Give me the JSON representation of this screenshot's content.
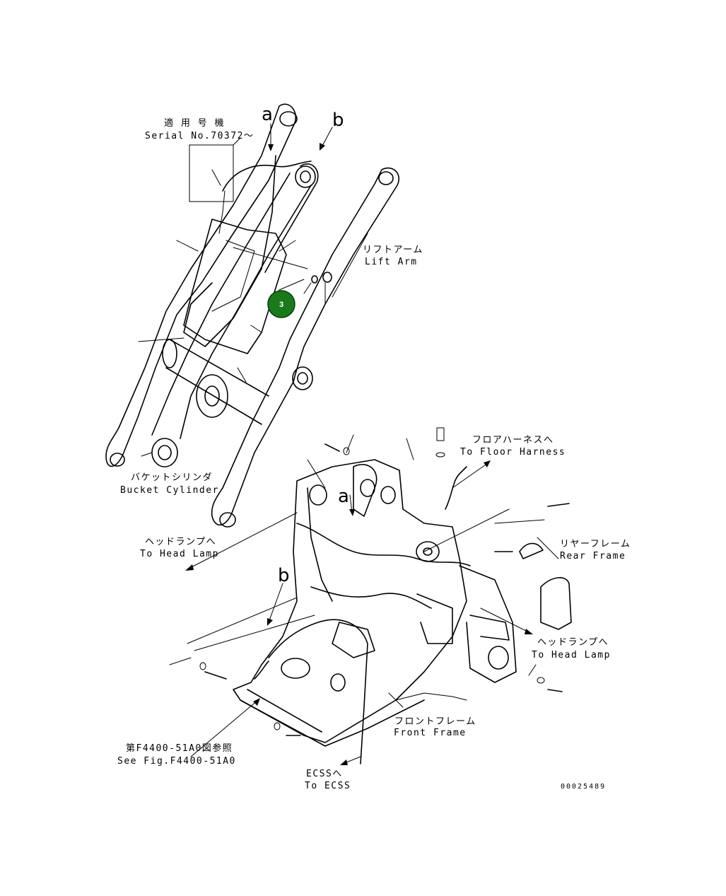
{
  "labels": {
    "serial_jp": "適 用 号 機",
    "serial_en": "Serial No.70372～",
    "lift_arm_jp": "リフトアーム",
    "lift_arm_en": "Lift Arm",
    "bucket_cyl_jp": "バケットシリンダ",
    "bucket_cyl_en": "Bucket Cylinder",
    "head_lamp_left_jp": "ヘッドランプへ",
    "head_lamp_left_en": "To Head Lamp",
    "floor_harness_jp": "フロアハーネスへ",
    "floor_harness_en": "To Floor Harness",
    "rear_frame_jp": "リヤーフレーム",
    "rear_frame_en": "Rear Frame",
    "head_lamp_right_jp": "ヘッドランプへ",
    "head_lamp_right_en": "To Head Lamp",
    "front_frame_jp": "フロントフレーム",
    "front_frame_en": "Front Frame",
    "see_fig_jp": "第F4400-51A0図参照",
    "see_fig_en": "See Fig.F4400-51A0",
    "ecss_jp": "ECSSへ",
    "ecss_en": "To ECSS",
    "view_a_top": "a",
    "view_b_top": "b",
    "view_a_lower": "a",
    "view_b_lower": "b",
    "drawing_number": "00025489"
  },
  "callouts": [
    {
      "number": "3",
      "color": "#1a7a1a"
    }
  ]
}
